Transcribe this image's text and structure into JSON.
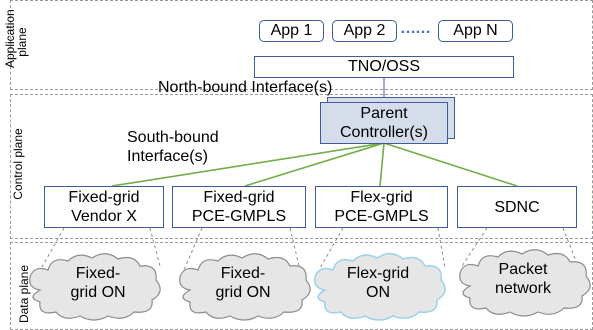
{
  "planes": {
    "application": [
      "Application",
      "plane"
    ],
    "control": "Control plane",
    "data": "Data plane"
  },
  "apps": {
    "app1": "App 1",
    "app2": "App 2",
    "appn": "App N",
    "ellipsis": "……"
  },
  "tno": "TNO/OSS",
  "northbound": "North-bound Interface(s)",
  "parent": [
    "Parent",
    "Controller(s)"
  ],
  "southbound": [
    "South-bound",
    "Interface(s)"
  ],
  "controllers": [
    [
      "Fixed-grid",
      "Vendor X"
    ],
    [
      "Fixed-grid",
      "PCE-GMPLS"
    ],
    [
      "Flex-grid",
      "PCE-GMPLS"
    ],
    [
      "SDNC"
    ]
  ],
  "networks": [
    [
      "Fixed-",
      "grid ON"
    ],
    [
      "Fixed-",
      "grid ON"
    ],
    [
      "Flex-grid",
      "ON"
    ],
    [
      "Packet",
      "network"
    ]
  ],
  "colors": {
    "box_border": "#3e5c9a",
    "parent_fill": "#d5dcea",
    "link_green": "#70ad47",
    "cloud_fill": "#e7e6e6",
    "cloud_stroke": "#8c8c8c",
    "cloud_highlight": "#9fd3ec",
    "ellipsis_blue": "#4472c4"
  }
}
